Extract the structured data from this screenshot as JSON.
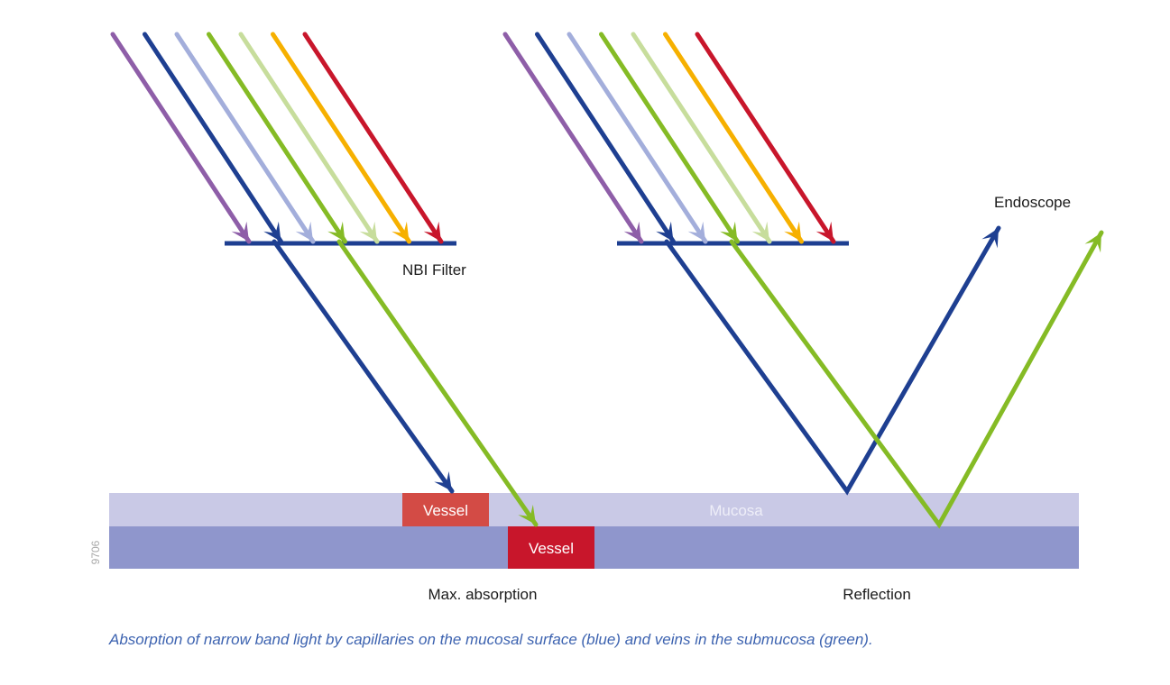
{
  "colors": {
    "violet": "#8e5ea8",
    "blue": "#1e3f91",
    "light_blue": "#a3aedb",
    "green": "#85bb25",
    "light_green": "#c7dd9c",
    "orange": "#f6b000",
    "red": "#c8162b",
    "filter": "#1e3f91",
    "mucosa": "#c9c9e6",
    "submucosa": "#8f96cc",
    "vessel_mucosa": "#d34b45",
    "vessel_submucosa": "#c8162b",
    "caption": "#3d63b0"
  },
  "labels": {
    "nbi_filter": "NBI Filter",
    "endoscope": "Endoscope",
    "mucosa": "Mucosa",
    "vessel_upper": "Vessel",
    "vessel_lower": "Vessel",
    "max_absorption": "Max. absorption",
    "reflection": "Reflection",
    "figure_code": "9706"
  },
  "caption": "Absorption of narrow band light by capillaries on the mucosal surface (blue) and veins in the submucosa (green).",
  "incident_light_order": [
    "violet",
    "blue",
    "light_blue",
    "green",
    "light_green",
    "orange",
    "red"
  ]
}
